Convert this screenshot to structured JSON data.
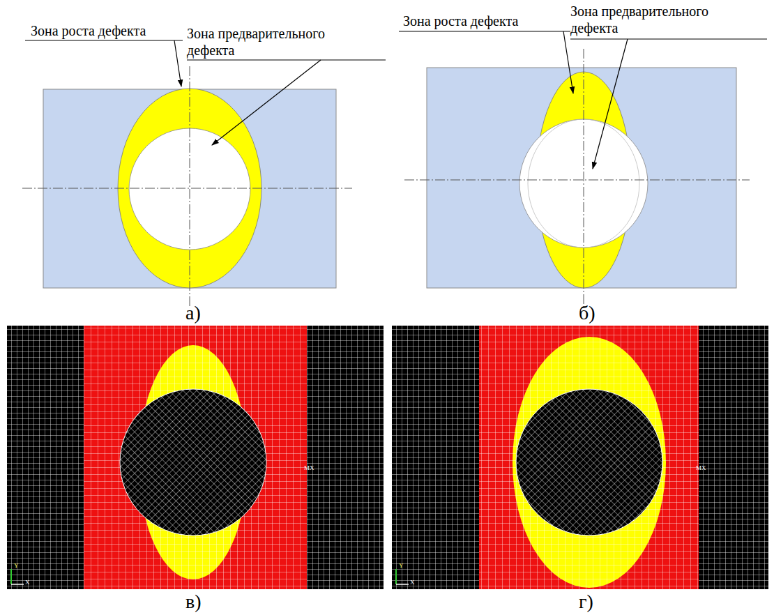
{
  "diagram": {
    "labels": [
      "Зона роста дефекта",
      "Зона предварительного дефекта",
      "Зона роста дефекта",
      "Зона предварительного дефекта",
      "а)",
      "б)",
      "MX",
      "Y",
      "X",
      "в)",
      "MX",
      "Y",
      "X",
      "г)"
    ]
  }
}
